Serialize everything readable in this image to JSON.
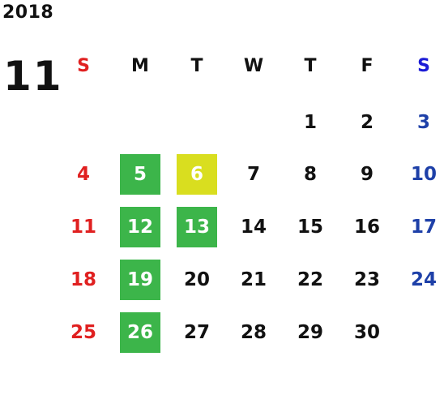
{
  "year": "2018",
  "month": "11",
  "weekdays": [
    "S",
    "M",
    "T",
    "W",
    "T",
    "F",
    "S"
  ],
  "colors": {
    "sunday": "#e02020",
    "saturday": "#1e40a8",
    "highlight_green": "#3cb54a",
    "highlight_yellow": "#d9de1f"
  },
  "weeks": [
    [
      "",
      "",
      "",
      "",
      "1",
      "2",
      "3"
    ],
    [
      "4",
      "5",
      "6",
      "7",
      "8",
      "9",
      "10"
    ],
    [
      "11",
      "12",
      "13",
      "14",
      "15",
      "16",
      "17"
    ],
    [
      "18",
      "19",
      "20",
      "21",
      "22",
      "23",
      "24"
    ],
    [
      "25",
      "26",
      "27",
      "28",
      "29",
      "30",
      ""
    ]
  ],
  "highlights": {
    "green": [
      "5",
      "12",
      "13",
      "19",
      "26"
    ],
    "yellow": [
      "6"
    ]
  }
}
